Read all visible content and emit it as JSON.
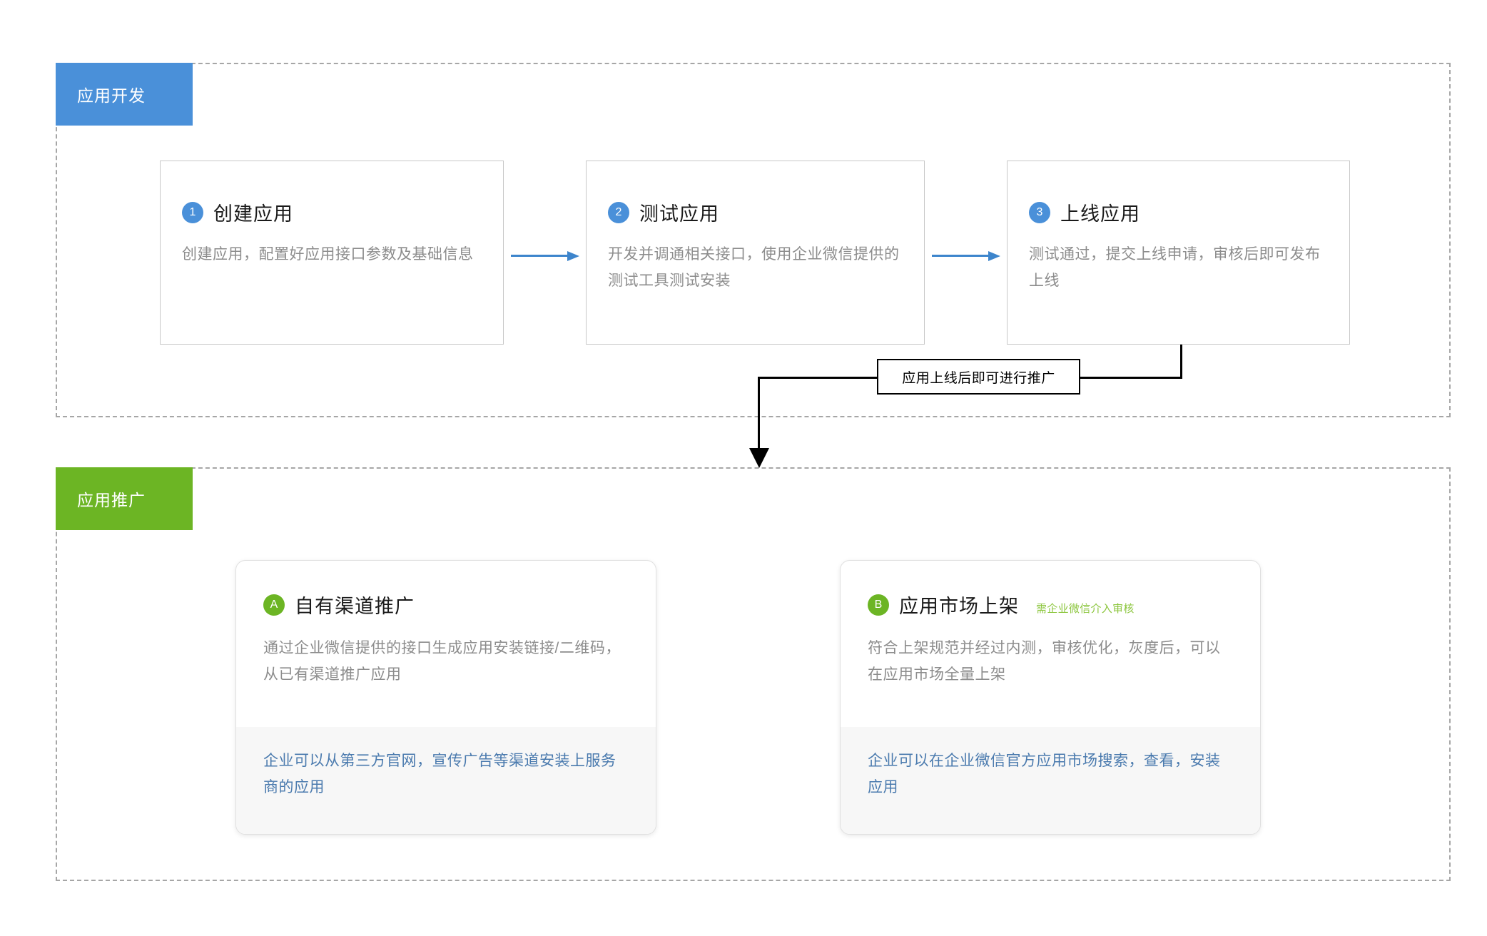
{
  "sections": {
    "development": {
      "badge_label": "应用开发",
      "badge_color": "#4a90d9",
      "steps": [
        {
          "number": "1",
          "title": "创建应用",
          "desc": "创建应用，配置好应用接口参数及基础信息"
        },
        {
          "number": "2",
          "title": "测试应用",
          "desc": "开发并调通相关接口，使用企业微信提供的测试工具测试安装"
        },
        {
          "number": "3",
          "title": "上线应用",
          "desc": "测试通过，提交上线申请，审核后即可发布上线"
        }
      ]
    },
    "promotion": {
      "badge_label": "应用推广",
      "badge_color": "#6cb524",
      "options": [
        {
          "letter": "A",
          "title": "自有渠道推广",
          "note": "",
          "desc": "通过企业微信提供的接口生成应用安装链接/二维码，从已有渠道推广应用",
          "footer": "企业可以从第三方官网，宣传广告等渠道安装上服务商的应用"
        },
        {
          "letter": "B",
          "title": "应用市场上架",
          "note": "需企业微信介入审核",
          "desc": "符合上架规范并经过内测，审核优化，灰度后，可以在应用市场全量上架",
          "footer": "企业可以在企业微信官方应用市场搜索，查看，安装应用"
        }
      ]
    }
  },
  "connector": {
    "label": "应用上线后即可进行推广"
  },
  "colors": {
    "accent_blue": "#4a90d9",
    "arrow_blue": "#3d85cc",
    "accent_green": "#6cb524",
    "note_green": "#8cc63e",
    "link_blue": "#4a7aae",
    "body_gray": "#8c8c8c",
    "dashed_border": "#a6a6a6"
  }
}
